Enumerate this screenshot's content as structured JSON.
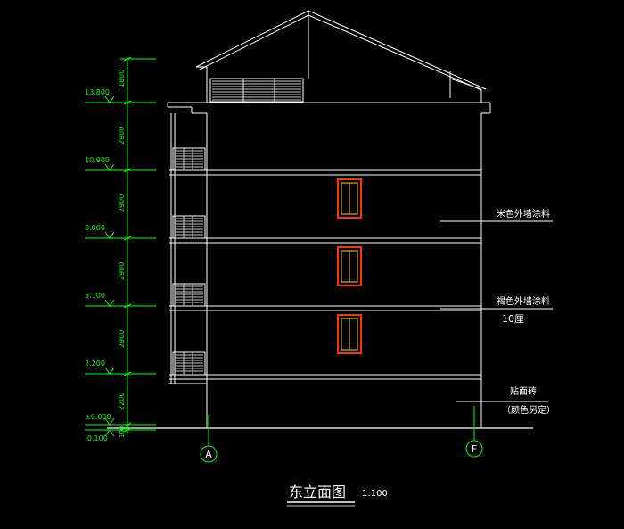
{
  "drawing": {
    "title": "东立面图",
    "scale": "1:100"
  },
  "elevations": [
    {
      "label": "13.800"
    },
    {
      "label": "10.900"
    },
    {
      "label": "8.000"
    },
    {
      "label": "5.100"
    },
    {
      "label": "2.200"
    },
    {
      "label": "±0.000"
    },
    {
      "label": "-0.100"
    }
  ],
  "dimensions": [
    {
      "label": "1800"
    },
    {
      "label": "2900"
    },
    {
      "label": "2900"
    },
    {
      "label": "2900"
    },
    {
      "label": "2900"
    },
    {
      "label": "2200"
    },
    {
      "label": "100"
    }
  ],
  "axes": [
    {
      "label": "A"
    },
    {
      "label": "F"
    }
  ],
  "annotations": [
    {
      "text": "米色外墙涂料"
    },
    {
      "text": "褐色外墙涂料"
    },
    {
      "text": "10厘"
    },
    {
      "text": "贴面砖"
    },
    {
      "text": "（颜色另定）"
    }
  ],
  "colors": {
    "background": "#000000",
    "linework": "#ffffff",
    "dimension": "#00ff00",
    "window_outer": "#ff3300",
    "window_inner": "#ffcc33",
    "louver": "#c8c8c8"
  }
}
